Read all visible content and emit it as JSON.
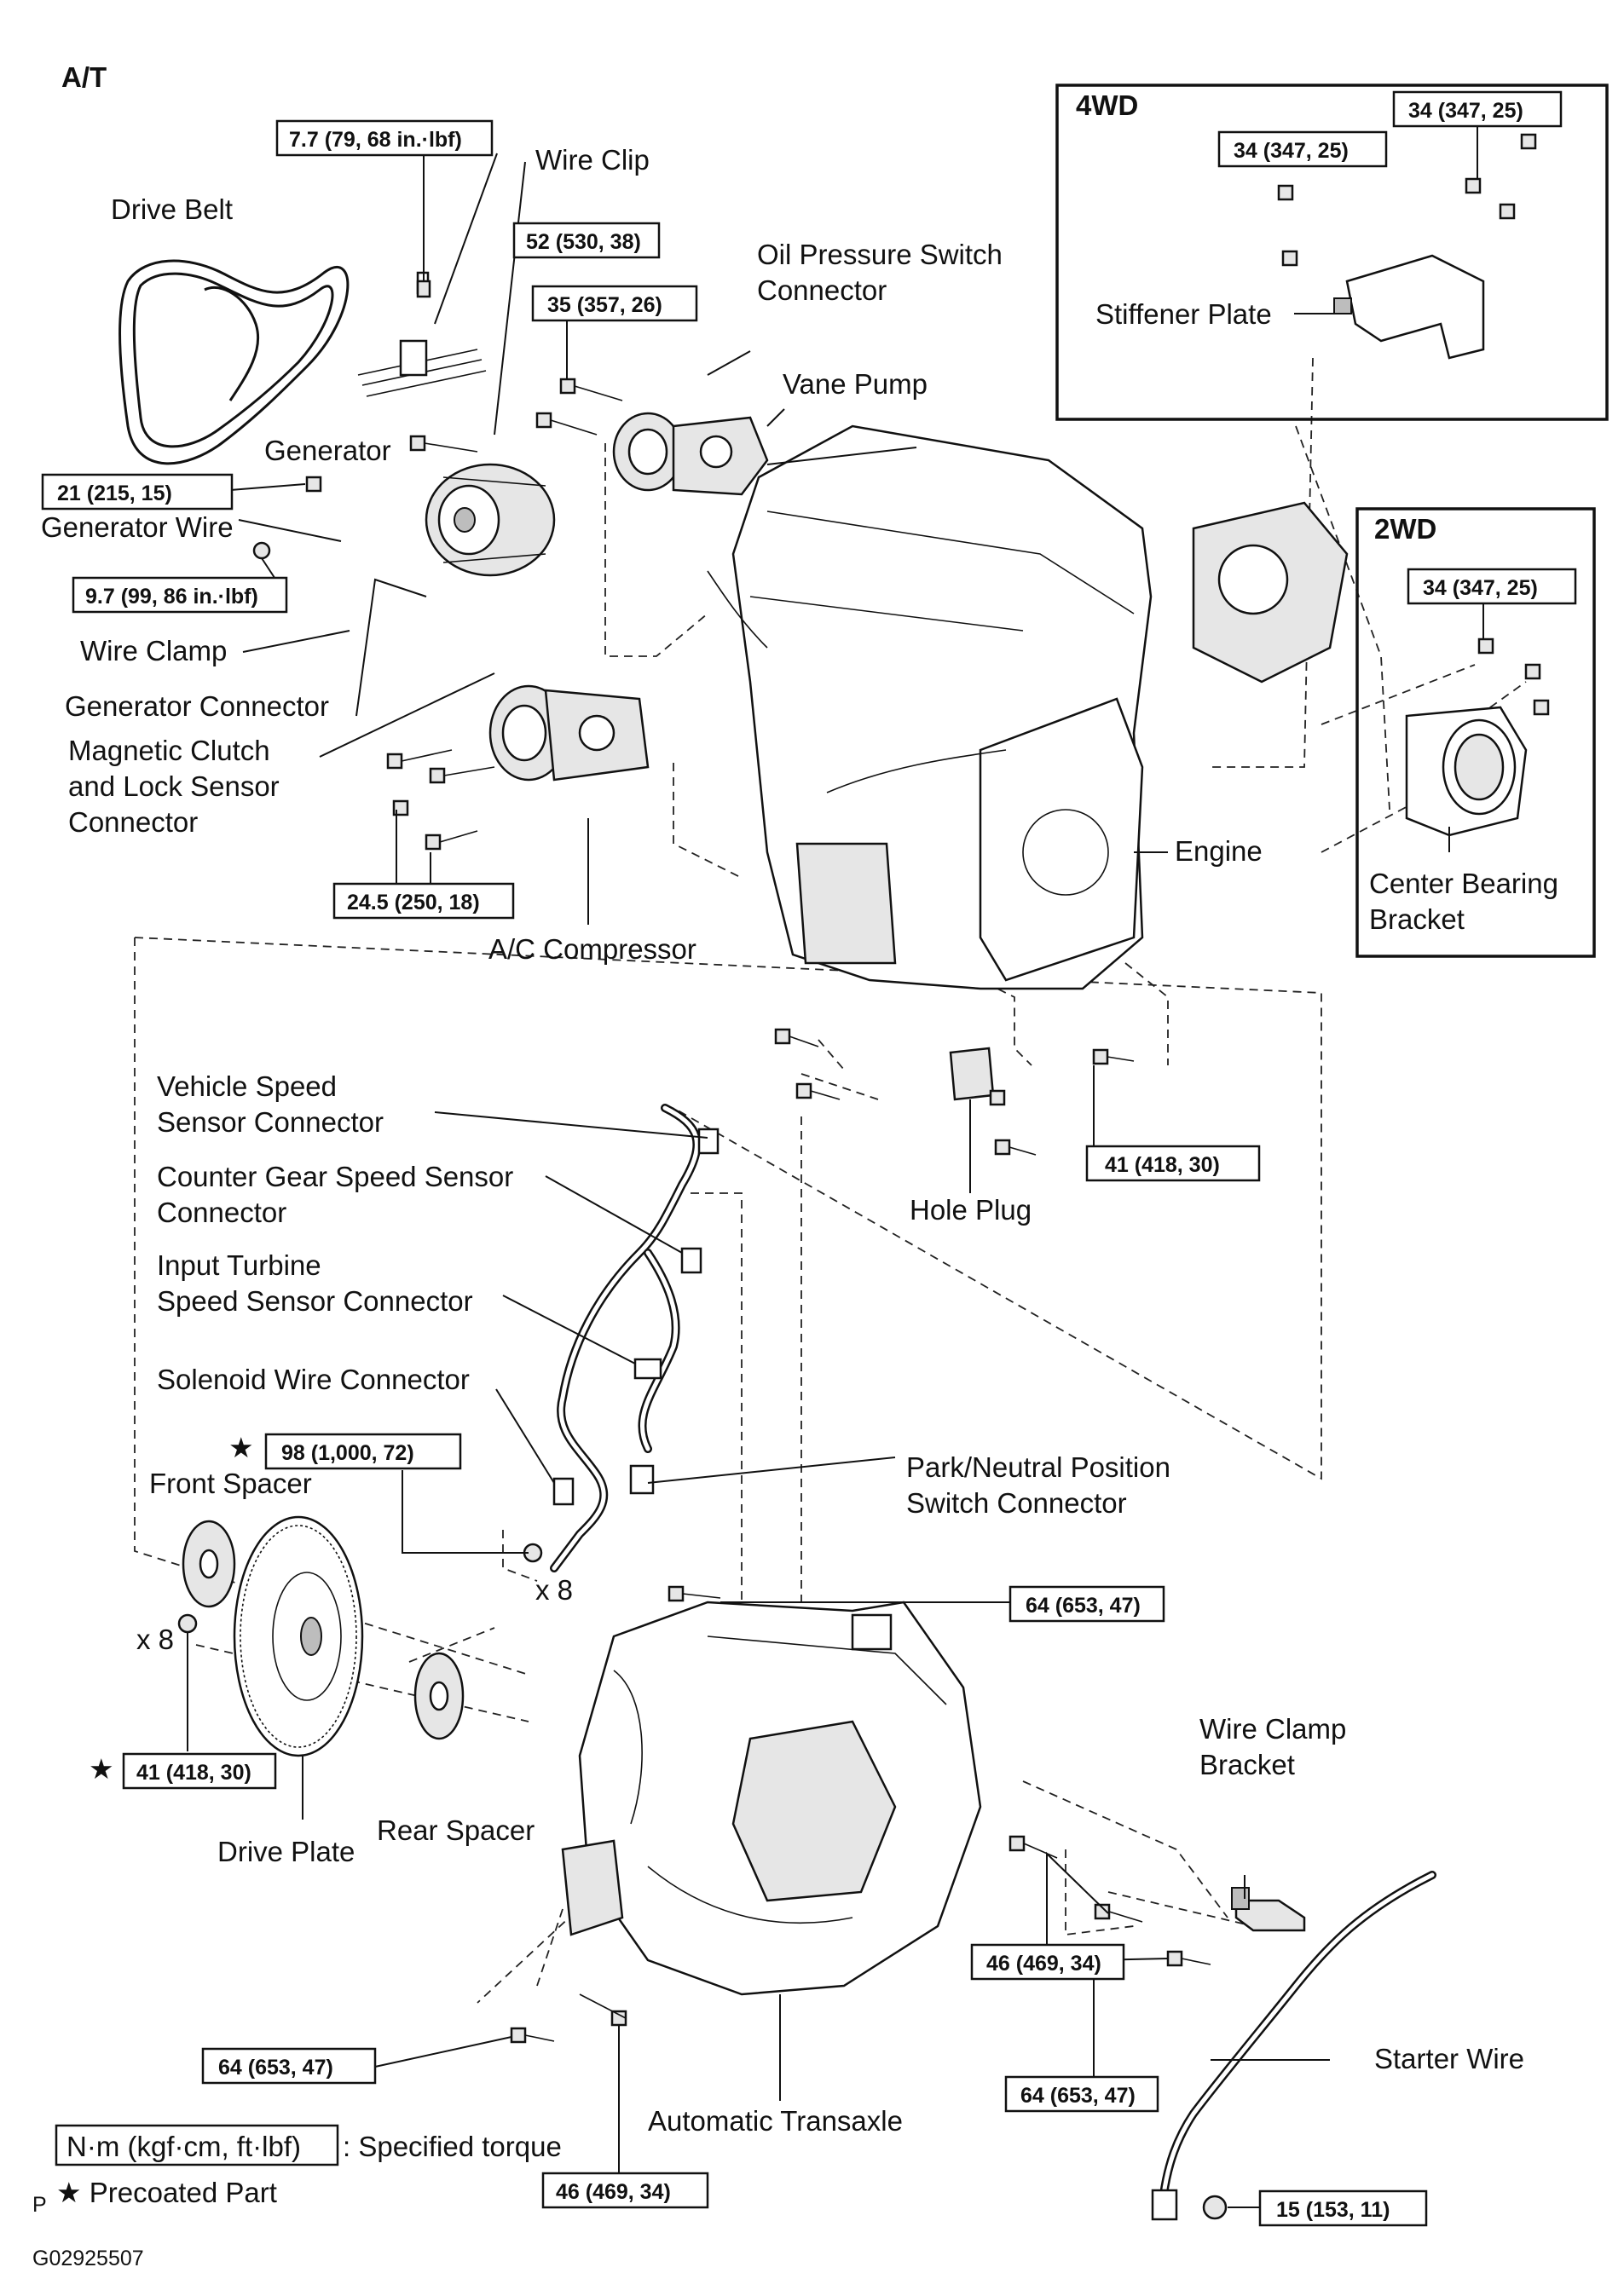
{
  "header": {
    "mode": "A/T"
  },
  "boxes": {
    "fourwd": "4WD",
    "twowd": "2WD"
  },
  "torques": {
    "t1": "7.7 (79, 68 in.·lbf)",
    "t2": "52 (530, 38)",
    "t3": "35 (357, 26)",
    "t4": "21 (215, 15)",
    "t5": "9.7 (99, 86 in.·lbf)",
    "t6": "24.5 (250, 18)",
    "t7": "34 (347, 25)",
    "t8": "34 (347, 25)",
    "t9": "34 (347, 25)",
    "t10": "41 (418, 30)",
    "t11": "98 (1,000, 72)",
    "t12": "64 (653, 47)",
    "t13": "41 (418, 30)",
    "t14": "46 (469, 34)",
    "t15": "64 (653, 47)",
    "t16": "64 (653, 47)",
    "t17": "46 (469, 34)",
    "t18": "15 (153, 11)"
  },
  "labels": {
    "wire_clip": "Wire Clip",
    "drive_belt": "Drive Belt",
    "oil_pressure_1": "Oil Pressure Switch",
    "oil_pressure_2": "Connector",
    "vane_pump": "Vane Pump",
    "generator": "Generator",
    "generator_wire": "Generator Wire",
    "wire_clamp": "Wire Clamp",
    "generator_connector": "Generator Connector",
    "magnetic_1": "Magnetic  Clutch",
    "magnetic_2": "and  Lock  Sensor",
    "magnetic_3": "Connector",
    "ac_compressor": "A/C Compressor",
    "stiffener_plate": "Stiffener Plate",
    "engine": "Engine",
    "center_bearing_1": "Center Bearing",
    "center_bearing_2": "Bracket",
    "vss_1": "Vehicle Speed",
    "vss_2": "Sensor Connector",
    "cgs_1": "Counter Gear Speed Sensor",
    "cgs_2": "Connector",
    "its_1": "Input Turbine",
    "its_2": "Speed Sensor Connector",
    "hole_plug": "Hole Plug",
    "solenoid": "Solenoid Wire Connector",
    "park_1": "Park/Neutral Position",
    "park_2": "Switch Connector",
    "front_spacer": "Front Spacer",
    "x8_a": "x 8",
    "x8_b": "x 8",
    "drive_plate": "Drive Plate",
    "rear_spacer": "Rear Spacer",
    "wcb_1": "Wire Clamp",
    "wcb_2": "Bracket",
    "starter_wire": "Starter Wire",
    "automatic_transaxle": "Automatic Transaxle",
    "star": "★"
  },
  "legend": {
    "unit_box": "N·m (kgf·cm, ft·lbf)",
    "unit_text": ": Specified torque",
    "precoated": "★ Precoated Part",
    "p": "P",
    "code": "G02925507"
  }
}
